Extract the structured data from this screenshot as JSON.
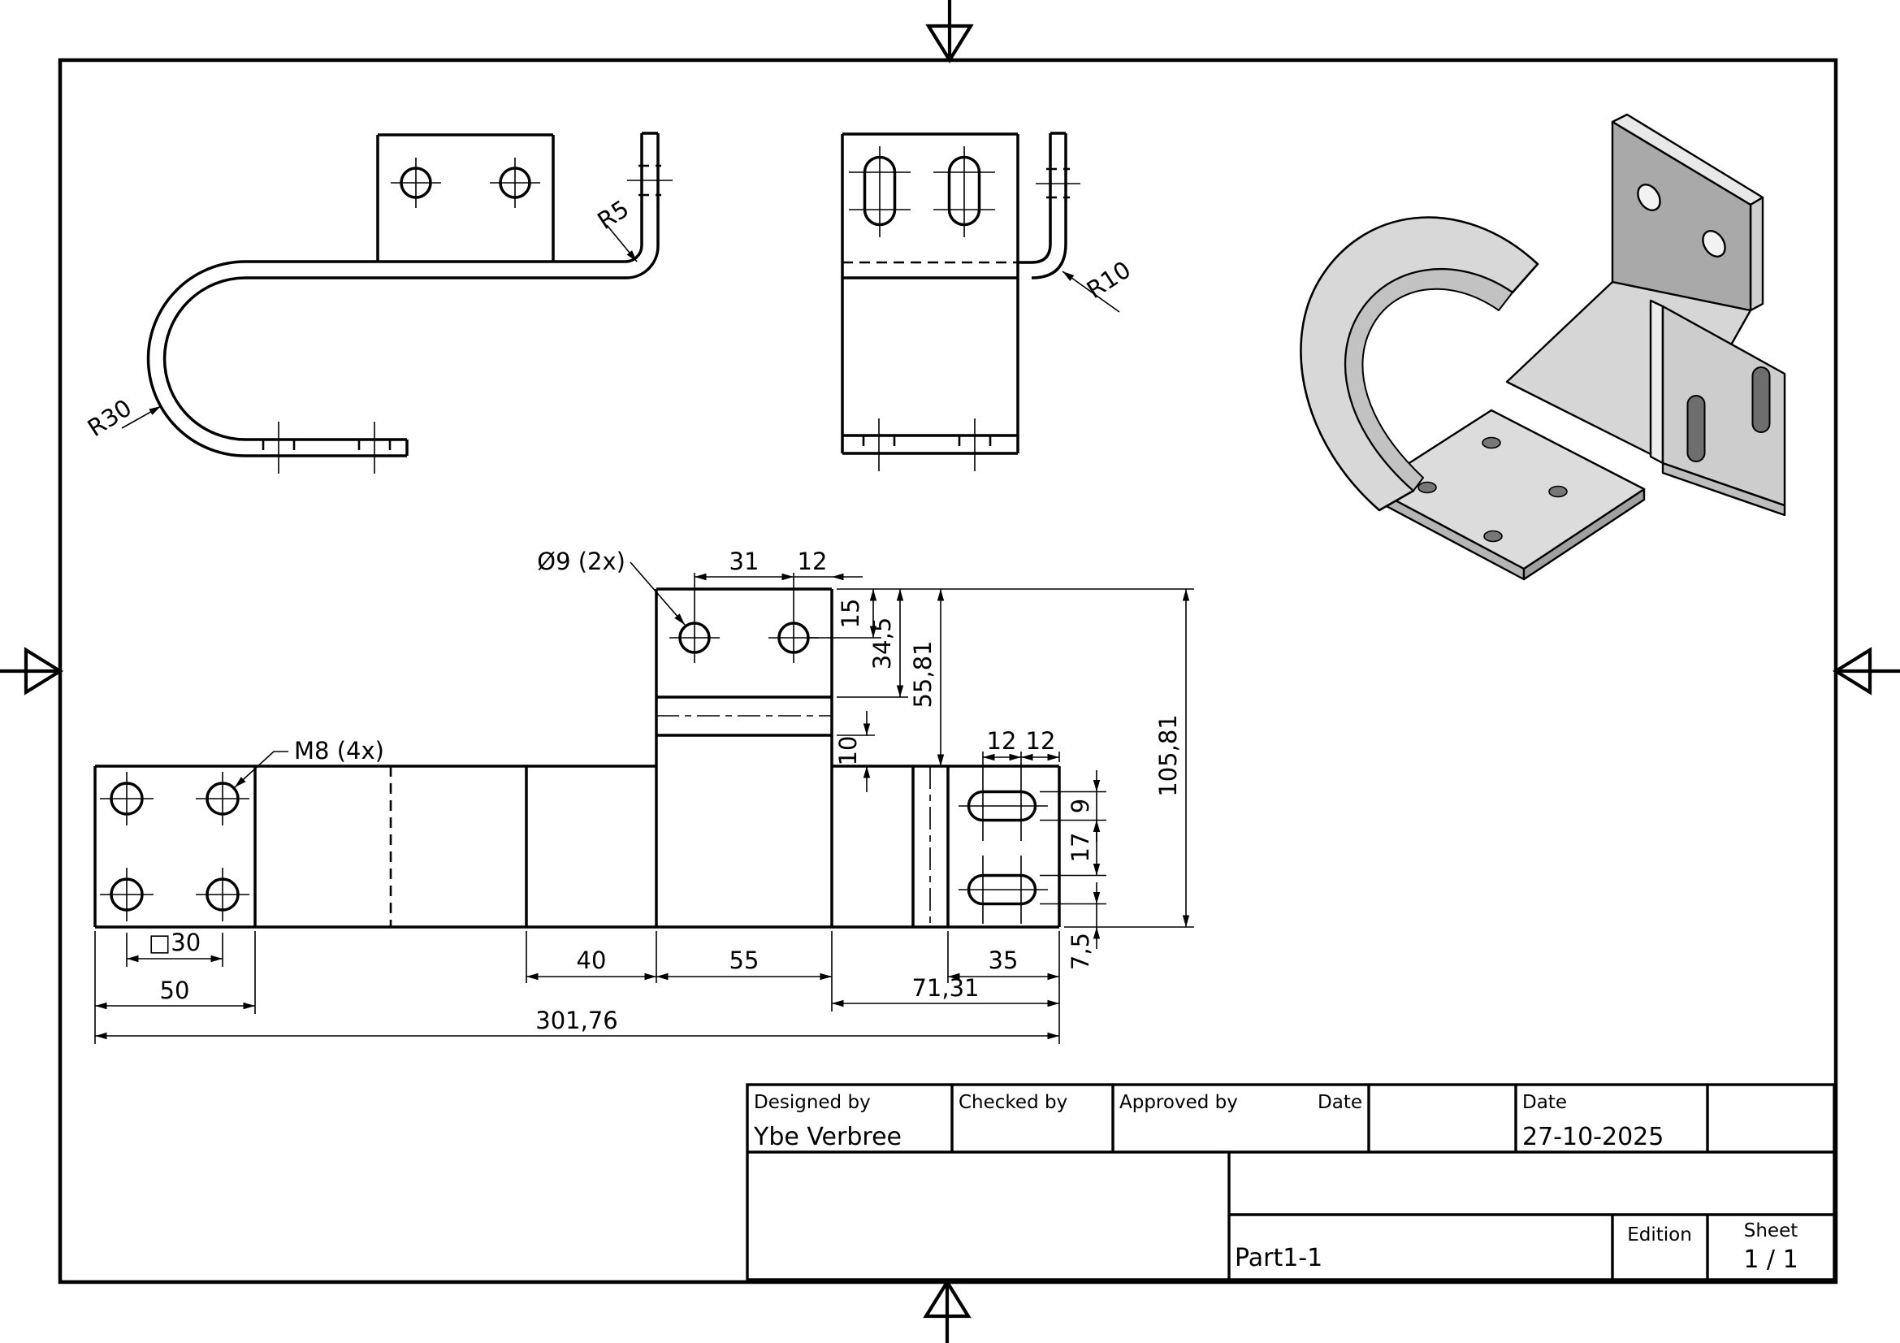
{
  "drawing": {
    "labels": {
      "r30": "R30",
      "r5": "R5",
      "r10": "R10",
      "dia9": "Ø9 (2x)",
      "m8": "M8 (4x)",
      "sq30": "□30"
    },
    "dims": {
      "d31": "31",
      "d12_tab": "12",
      "d15": "15",
      "d34_5": "34,5",
      "d55_81": "55,81",
      "d10": "10",
      "d12_slot_a": "12",
      "d12_slot_b": "12",
      "d9": "9",
      "d17": "17",
      "d105_81": "105,81",
      "d35": "35",
      "d7_5": "7,5",
      "d40": "40",
      "d55": "55",
      "d71_31": "71,31",
      "d50": "50",
      "d301_76": "301,76"
    }
  },
  "title_block": {
    "designed_by_label": "Designed by",
    "designed_by": "Ybe Verbree",
    "checked_by_label": "Checked by",
    "approved_by_label": "Approved by",
    "date_label_1": "Date",
    "date_label_2": "Date",
    "date_value": "27-10-2025",
    "part_name": "Part1-1",
    "edition_label": "Edition",
    "sheet_label": "Sheet",
    "sheet_value": "1 / 1"
  }
}
